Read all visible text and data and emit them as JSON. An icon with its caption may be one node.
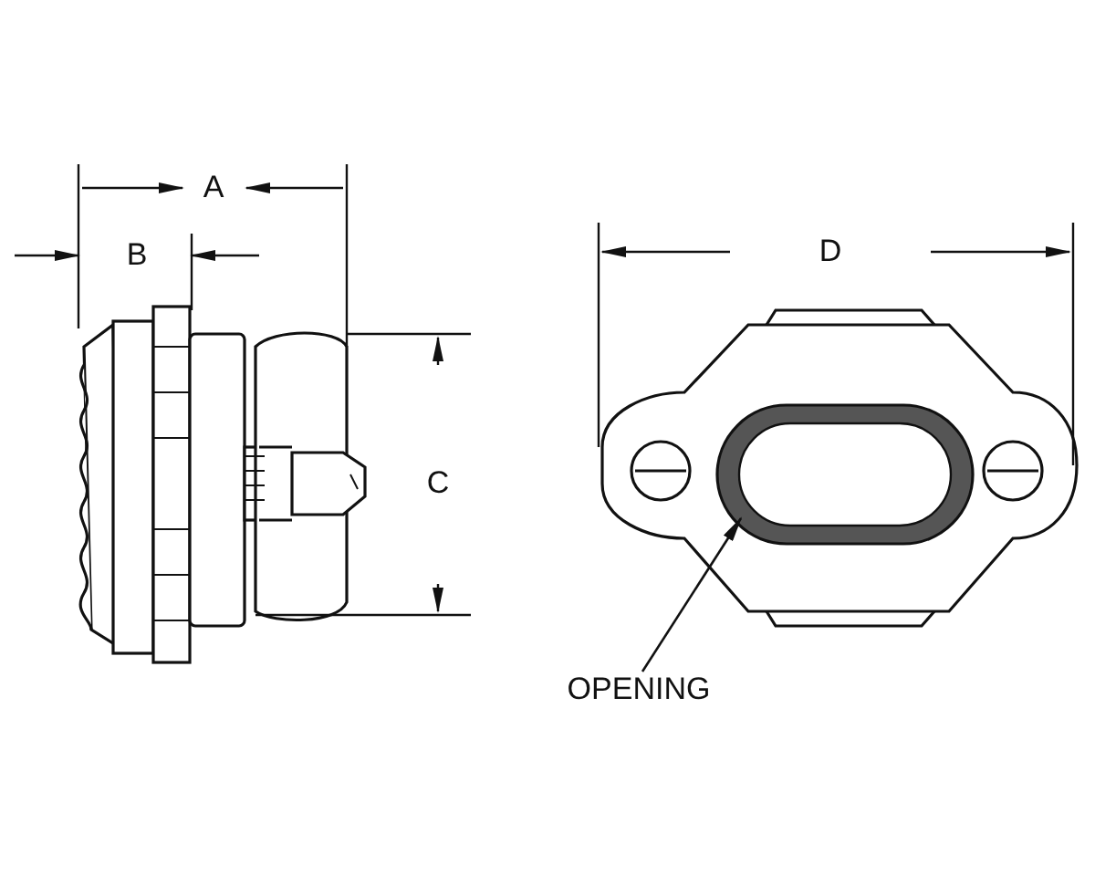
{
  "diagram": {
    "nodes": [
      {
        "text": [
          "OPENING"
        ]
      },
      {
        "text": [],
        "shape": "box"
      }
    ],
    "edges": [
      {
        "from": 0,
        "to": 1,
        "arrow": "to"
      }
    ],
    "labels": [
      "A",
      "B",
      "C",
      "D"
    ]
  }
}
